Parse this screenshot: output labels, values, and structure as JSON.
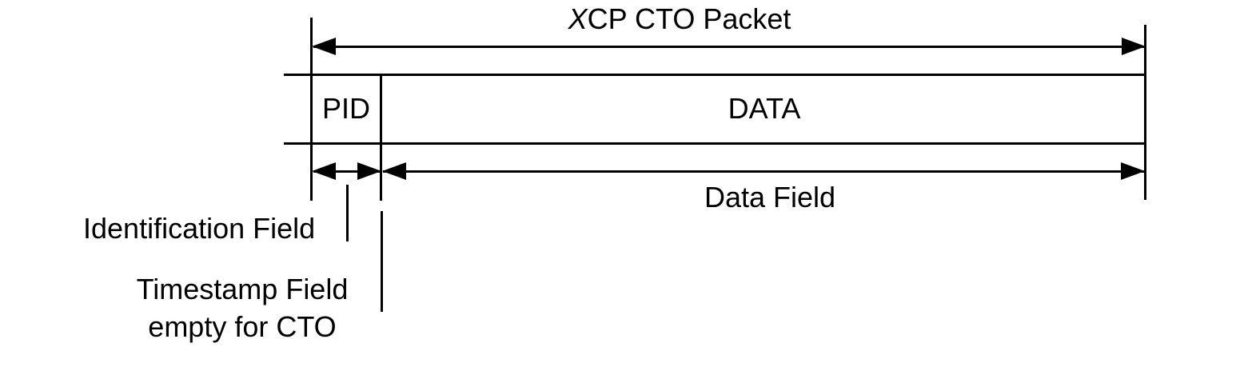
{
  "diagram": {
    "title": {
      "prefix_italic": "X",
      "rest": "CP CTO Packet"
    },
    "packet_box": {
      "pid_label": "PID",
      "data_label": "DATA"
    },
    "spans": {
      "data_field_label": "Data Field"
    },
    "callouts": {
      "identification": "Identification Field",
      "timestamp_line1": "Timestamp Field",
      "timestamp_line2": "empty for CTO"
    },
    "colors": {
      "line": "#000000",
      "text": "#000000",
      "background": "#ffffff"
    }
  }
}
